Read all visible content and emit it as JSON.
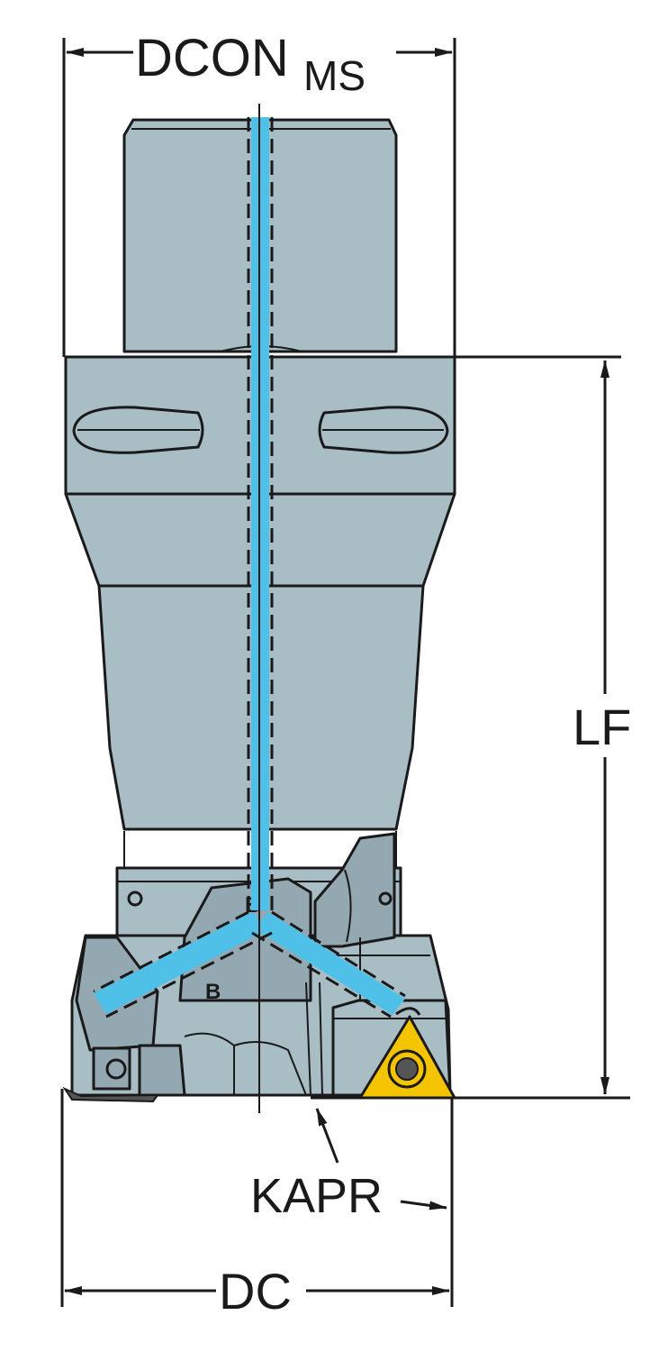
{
  "labels": {
    "dcon_main": "DCON",
    "dcon_sub": "MS",
    "lf": "LF",
    "kapr": "KAPR",
    "dc": "DC"
  },
  "colors": {
    "body": "#a9bdc5",
    "body_shadow": "#93a8b1",
    "coolant": "#4fc1e8",
    "insert": "#f5c400",
    "outline": "#1a1a1a"
  },
  "icons": {
    "insert": "triangle-insert-icon",
    "screw": "screw-icon"
  }
}
